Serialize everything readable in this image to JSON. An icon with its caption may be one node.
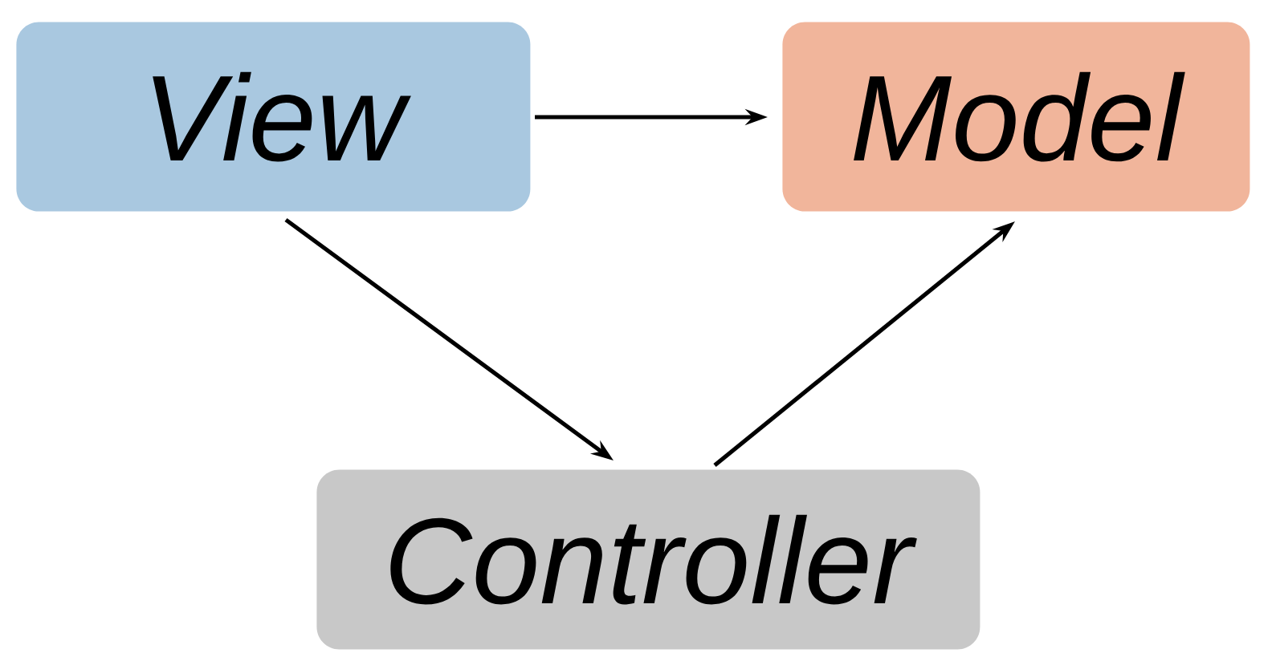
{
  "diagram": {
    "nodes": [
      {
        "text": [
          "View"
        ]
      },
      {
        "text": [
          "Model"
        ]
      },
      {
        "text": [
          "Controller"
        ]
      }
    ],
    "edges": [
      {
        "from": 0,
        "to": 1,
        "arrow": "to"
      },
      {
        "from": 0,
        "to": 2,
        "arrow": "to"
      },
      {
        "from": 2,
        "to": 1,
        "arrow": "to"
      }
    ]
  }
}
